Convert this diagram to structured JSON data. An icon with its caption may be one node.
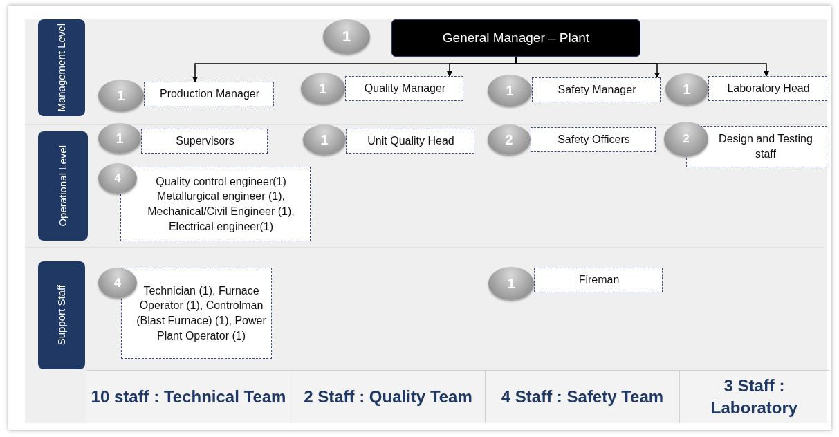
{
  "diagram": {
    "nodes": [
      {
        "text": [
          "Management Level"
        ]
      },
      {
        "text": [
          "1"
        ]
      },
      {
        "text": [
          "General Manager – Plant"
        ]
      },
      {
        "text": [
          "1"
        ]
      },
      {
        "text": [
          "Production Manager"
        ]
      },
      {
        "text": [
          "1"
        ]
      },
      {
        "text": [
          "Quality Manager"
        ]
      },
      {
        "text": [
          "1"
        ]
      },
      {
        "text": [
          "Safety Manager"
        ]
      },
      {
        "text": [
          "1"
        ]
      },
      {
        "text": [
          "Laboratory Head"
        ]
      },
      {
        "text": [
          "Operational Level"
        ]
      },
      {
        "text": [
          "1"
        ]
      },
      {
        "text": [
          "Supervisors"
        ]
      },
      {
        "text": [
          "1"
        ]
      },
      {
        "text": [
          "Unit Quality Head"
        ]
      },
      {
        "text": [
          "2"
        ]
      },
      {
        "text": [
          "Safety Officers"
        ]
      },
      {
        "text": [
          "2"
        ]
      },
      {
        "text": [
          "Design and Testing staff"
        ]
      },
      {
        "text": [
          "4"
        ]
      },
      {
        "text": [
          "Quality control engineer(1) Metallurgical engineer (1), Mechanical/Civil Engineer (1), Electrical engineer(1)"
        ]
      },
      {
        "text": [
          "Support Staff"
        ]
      },
      {
        "text": [
          "4"
        ]
      },
      {
        "text": [
          "Technician (1), Furnace Operator (1), Controlman (Blast Furnace) (1), Power Plant Operator (1)"
        ]
      },
      {
        "text": [
          "1"
        ]
      },
      {
        "text": [
          "Fireman"
        ]
      }
    ],
    "edges": [
      {
        "from": 2,
        "to": 4,
        "arrow": "to"
      },
      {
        "from": 2,
        "to": 6,
        "arrow": "to"
      },
      {
        "from": 2,
        "to": 8,
        "arrow": "to"
      },
      {
        "from": 2,
        "to": 10,
        "arrow": "to"
      }
    ],
    "labels": [
      "10 staff : Technical Team",
      "2 Staff : Quality Team",
      "4 Staff : Safety Team",
      "3 Staff : Laboratory"
    ]
  }
}
